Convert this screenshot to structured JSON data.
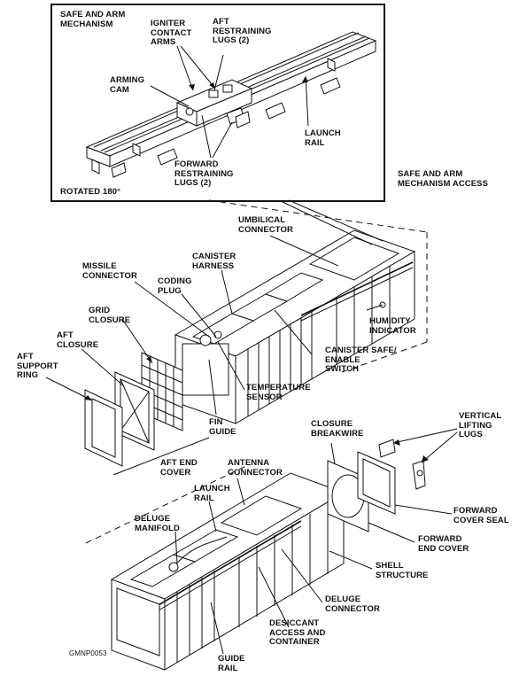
{
  "inset": {
    "title": "SAFE AND ARM\nMECHANISM",
    "rotation_note": "ROTATED 180°",
    "labels": {
      "igniter_contact_arms": "IGNITER\nCONTACT\nARMS",
      "aft_restraining_lugs": "AFT\nRESTRAINING\nLUGS (2)",
      "arming_cam": "ARMING\nCAM",
      "launch_rail": "LAUNCH\nRAIL",
      "forward_restraining_lugs": "FORWARD\nRESTRAINING\nLUGS (2)"
    }
  },
  "middle": {
    "labels": {
      "safe_arm_access": "SAFE AND ARM\nMECHANISM ACCESS",
      "umbilical_connector": "UMBILICAL\nCONNECTOR",
      "canister_harness": "CANISTER\nHARNESS",
      "missile_connector": "MISSILE\nCONNECTOR",
      "coding_plug": "CODING\nPLUG",
      "grid_closure": "GRID\nCLOSURE",
      "aft_closure": "AFT\nCLOSURE",
      "aft_support_ring": "AFT\nSUPPORT\nRING",
      "humidity_indicator": "HUMIDITY\nINDICATOR",
      "canister_safe_enable": "CANISTER SAFE/\nENABLE\nSWITCH",
      "temperature_sensor": "TEMPERATURE\nSENSOR",
      "fin_guide": "FIN\nGUIDE",
      "aft_end_cover": "AFT END\nCOVER"
    }
  },
  "bottom": {
    "labels": {
      "vertical_lifting_lugs": "VERTICAL\nLIFTING\nLUGS",
      "closure_breakwire": "CLOSURE\nBREAKWIRE",
      "antenna_connector": "ANTENNA\nCONNECTOR",
      "launch_rail": "LAUNCH\nRAIL",
      "deluge_manifold": "DELUGE\nMANIFOLD",
      "forward_cover_seal": "FORWARD\nCOVER SEAL",
      "forward_end_cover": "FORWARD\nEND COVER",
      "shell_structure": "SHELL\nSTRUCTURE",
      "deluge_connector": "DELUGE\nCONNECTOR",
      "desiccant": "DESICCANT\nACCESS AND\nCONTAINER",
      "guide_rail": "GUIDE\nRAIL"
    }
  },
  "figure_id": "GMNP0053"
}
